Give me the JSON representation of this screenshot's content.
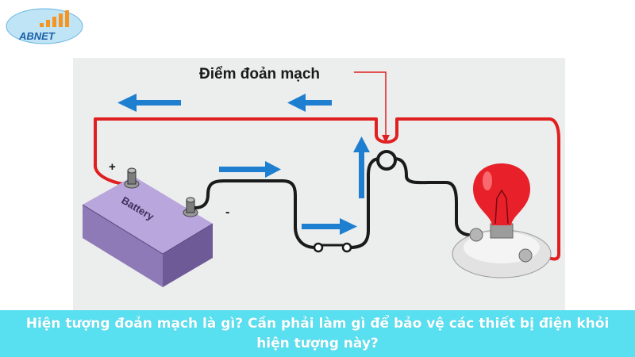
{
  "logo": {
    "text": "ABNET",
    "icon": "signal-bars-icon",
    "color_primary": "#1a5fa8",
    "color_secondary": "#f7941d"
  },
  "diagram": {
    "label_short_circuit_point": "Điểm đoản mạch",
    "battery_label": "Battery",
    "terminal_plus": "+",
    "terminal_minus": "-",
    "wire_positive_color": "#e02020",
    "wire_negative_color": "#1a1a1a",
    "arrow_color": "#1e7fd0",
    "battery_color": "#8f7ab8",
    "bulb_color": "#e8202a"
  },
  "caption": {
    "text": "Hiện tượng đoản mạch là gì? Cần phải làm gì để bảo vệ các thiết bị điện khỏi hiện tượng này?",
    "background": "#58dff0"
  }
}
